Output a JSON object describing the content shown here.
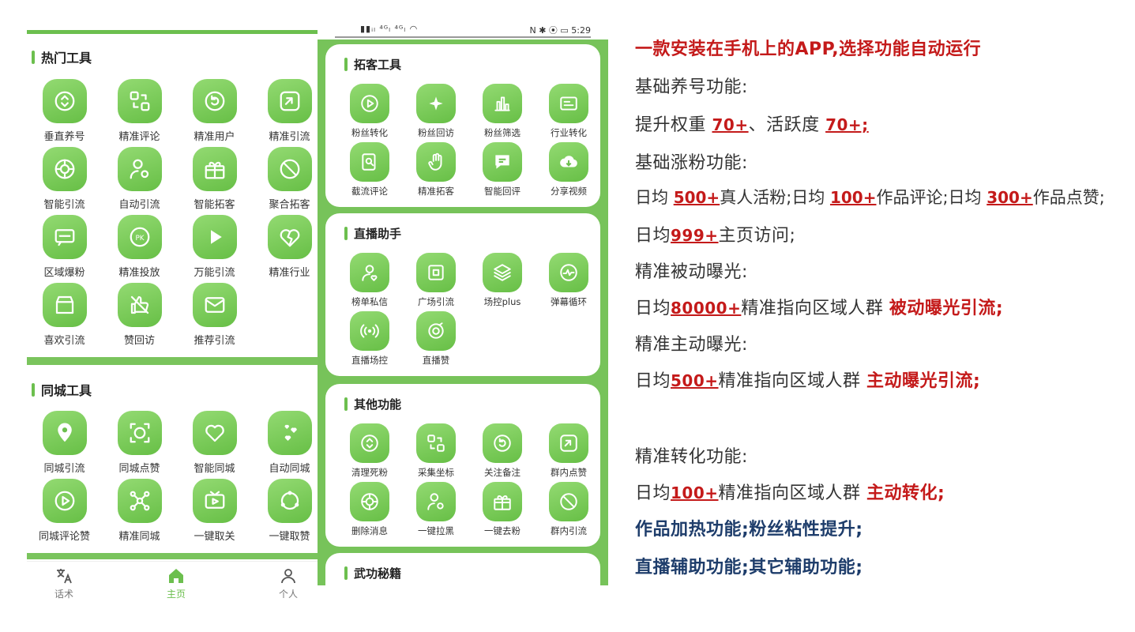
{
  "left_phone": {
    "section1": {
      "title": "热门工具",
      "items": [
        {
          "label": "垂直养号",
          "icon": "updown-icon"
        },
        {
          "label": "精准评论",
          "icon": "swap-icon"
        },
        {
          "label": "精准用户",
          "icon": "refresh-icon"
        },
        {
          "label": "精准引流",
          "icon": "share-box-icon"
        },
        {
          "label": "智能引流",
          "icon": "target-icon"
        },
        {
          "label": "自动引流",
          "icon": "user-gear-icon"
        },
        {
          "label": "智能拓客",
          "icon": "gift-icon"
        },
        {
          "label": "聚合拓客",
          "icon": "ban-icon"
        },
        {
          "label": "区域爆粉",
          "icon": "chat-box-icon"
        },
        {
          "label": "精准投放",
          "icon": "pk-icon"
        },
        {
          "label": "万能引流",
          "icon": "play-icon"
        },
        {
          "label": "精准行业",
          "icon": "heart-broken-icon"
        },
        {
          "label": "喜欢引流",
          "icon": "store-icon"
        },
        {
          "label": "赞回访",
          "icon": "no-like-icon"
        },
        {
          "label": "推荐引流",
          "icon": "mail-icon"
        }
      ]
    },
    "section2": {
      "title": "同城工具",
      "items": [
        {
          "label": "同城引流",
          "icon": "location-icon"
        },
        {
          "label": "同城点赞",
          "icon": "globe-expand-icon"
        },
        {
          "label": "智能同城",
          "icon": "heart-icon"
        },
        {
          "label": "自动同城",
          "icon": "hearts-icon"
        },
        {
          "label": "同城评论赞",
          "icon": "replay-icon"
        },
        {
          "label": "精准同城",
          "icon": "network-icon"
        },
        {
          "label": "一键取关",
          "icon": "tv-icon"
        },
        {
          "label": "一键取赞",
          "icon": "group-circle-icon"
        }
      ]
    },
    "nav": [
      {
        "label": "话术",
        "icon": "translate-icon"
      },
      {
        "label": "主页",
        "icon": "home-icon"
      },
      {
        "label": "个人",
        "icon": "person-icon"
      }
    ]
  },
  "middle_phone": {
    "status": {
      "left": "▮▮ᵢₗ ⁴ᴳₗ ⁴ᴳₗ ◠",
      "right": "N ✱ ⦿ ▭ 5:29"
    },
    "sections": [
      {
        "title": "拓客工具",
        "items": [
          {
            "label": "粉丝转化",
            "icon": "play-circle-icon"
          },
          {
            "label": "粉丝回访",
            "icon": "sparkle-icon"
          },
          {
            "label": "粉丝筛选",
            "icon": "bar-icon"
          },
          {
            "label": "行业转化",
            "icon": "card-icon"
          },
          {
            "label": "截流评论",
            "icon": "search-doc-icon"
          },
          {
            "label": "精准拓客",
            "icon": "hand-icon"
          },
          {
            "label": "智能回评",
            "icon": "comment-icon"
          },
          {
            "label": "分享视频",
            "icon": "cloud-down-icon"
          }
        ]
      },
      {
        "title": "直播助手",
        "items": [
          {
            "label": "榜单私信",
            "icon": "user-heart-icon"
          },
          {
            "label": "广场引流",
            "icon": "square-icon"
          },
          {
            "label": "场控plus",
            "icon": "layers-icon"
          },
          {
            "label": "弹幕循环",
            "icon": "pulse-icon"
          },
          {
            "label": "直播场控",
            "icon": "broadcast-icon"
          },
          {
            "label": "直播赞",
            "icon": "badge-icon"
          }
        ]
      },
      {
        "title": "其他功能",
        "items": [
          {
            "label": "清理死粉",
            "icon": "updown-icon"
          },
          {
            "label": "采集坐标",
            "icon": "swap-icon"
          },
          {
            "label": "关注备注",
            "icon": "refresh-icon"
          },
          {
            "label": "群内点赞",
            "icon": "share-box-icon"
          },
          {
            "label": "删除消息",
            "icon": "target-icon"
          },
          {
            "label": "一键拉黑",
            "icon": "user-gear-icon"
          },
          {
            "label": "一键去粉",
            "icon": "gift-icon"
          },
          {
            "label": "群内引流",
            "icon": "ban-icon"
          }
        ]
      },
      {
        "title": "武功秘籍",
        "items": []
      }
    ]
  },
  "text_panel": {
    "headline": "一款安装在手机上的APP,选择功能自动运行",
    "l1": "基础养号功能:",
    "l2_pre": "提升权重 ",
    "l2_n1": "70+",
    "l2_mid": "、活跃度 ",
    "l2_n2": "70+;",
    "l3": "基础涨粉功能:",
    "l4_a": "日均 ",
    "l4_n1": "500+",
    "l4_b": "真人活粉;日均 ",
    "l4_n2": "100+",
    "l4_c": "作品评论;日均 ",
    "l4_n3": "300+",
    "l4_d": "作品点赞;",
    "l5_a": "日均",
    "l5_n": "999+",
    "l5_b": "主页访问;",
    "l6": "精准被动曝光:",
    "l7_a": "日均",
    "l7_n": "80000+",
    "l7_b": "精准指向区域人群 ",
    "l7_r": "被动曝光引流;",
    "l8": "精准主动曝光:",
    "l9_a": "日均",
    "l9_n": "500+",
    "l9_b": "精准指向区域人群  ",
    "l9_r": "主动曝光引流;",
    "l10": "精准转化功能:",
    "l11_a": "日均",
    "l11_n": "100+",
    "l11_b": "精准指向区域人群  ",
    "l11_r": "主动转化;",
    "l12": "作品加热功能;粉丝粘性提升;",
    "l13": "直播辅助功能;其它辅助功能;"
  },
  "colors": {
    "accent": "#6cbf4e",
    "red": "#c41a1a",
    "navy": "#1e3d6b"
  }
}
